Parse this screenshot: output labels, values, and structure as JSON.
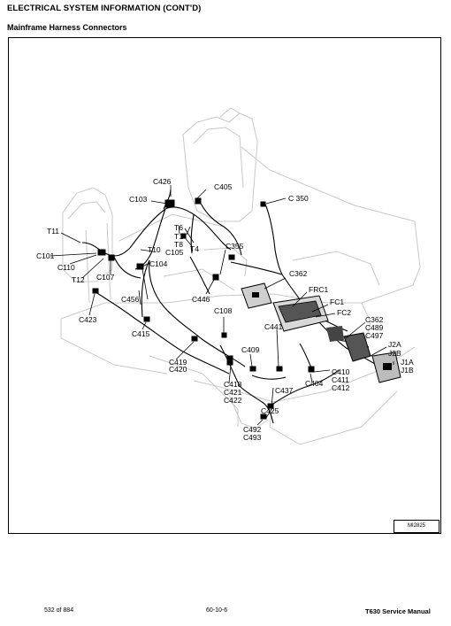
{
  "header": {
    "title": "ELECTRICAL SYSTEM INFORMATION (CONT'D)",
    "subtitle": "Mainframe Harness Connectors"
  },
  "figure": {
    "id": "MI2825",
    "labels": {
      "c426": "C426",
      "c103": "C103",
      "c405": "C405",
      "c350": "C 350",
      "t11": "T11",
      "t6": "T6",
      "t1": "T1",
      "t8": "T8",
      "t10": "T10",
      "t4": "T4",
      "c101": "C101",
      "c110": "C110",
      "t12": "T12",
      "c107": "C107",
      "c104": "C104",
      "c105": "C105",
      "c355": "C355",
      "c362a": "C362",
      "c456": "C456",
      "c446": "C446",
      "frc1": "FRC1",
      "fc1": "FC1",
      "fc2": "FC2",
      "c423": "C423",
      "c415": "C415",
      "c108": "C108",
      "c441": "C441",
      "c362b": "C362",
      "c489": "C489",
      "c497": "C497",
      "c409": "C409",
      "j2a": "J2A",
      "j2b": "J2B",
      "j1a": "J1A",
      "j1b": "J1B",
      "c419": "C419",
      "c420": "C420",
      "c410": "C410",
      "c411": "C411",
      "c412": "C412",
      "c404": "C404",
      "c418": "C418",
      "c421": "C421",
      "c422": "C422",
      "c437": "C437",
      "c425": "C425",
      "c492": "C492",
      "c493": "C493"
    }
  },
  "footer": {
    "page": "532 of 884",
    "section": "60-10-6",
    "manual": "T630 Service Manual"
  }
}
